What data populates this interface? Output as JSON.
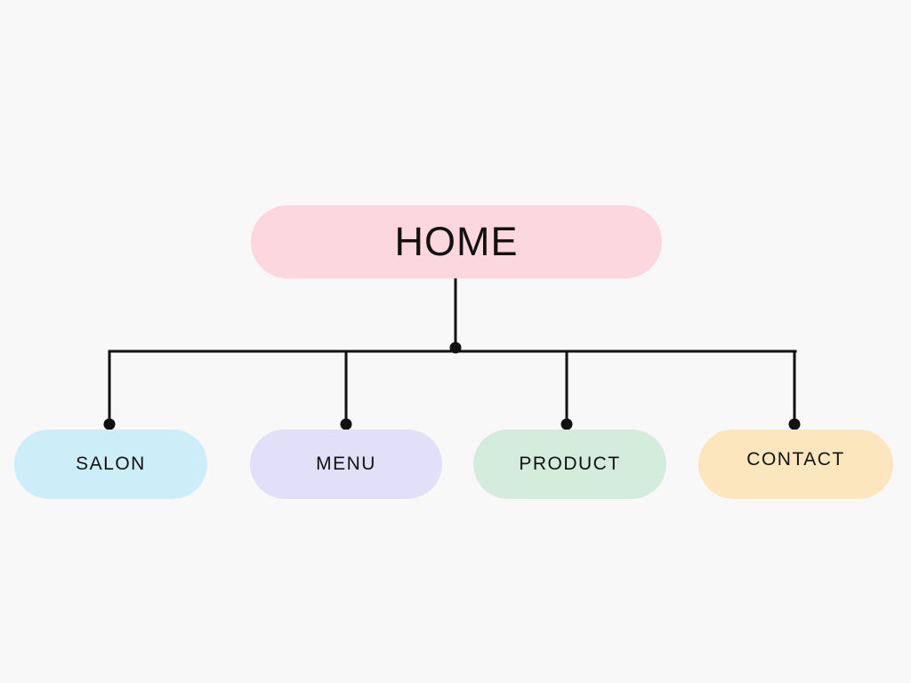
{
  "diagram": {
    "type": "sitemap-flowchart",
    "background_color": "#f8f8f8",
    "connector_color": "#111111",
    "root": {
      "label": "HOME",
      "color": "#fcd7dd"
    },
    "children": [
      {
        "label": "SALON",
        "color": "#cdeef8"
      },
      {
        "label": "MENU",
        "color": "#e2e0f8"
      },
      {
        "label": "PRODUCT",
        "color": "#d4ecdb"
      },
      {
        "label": "CONTACT",
        "color": "#fce6bd"
      }
    ]
  }
}
